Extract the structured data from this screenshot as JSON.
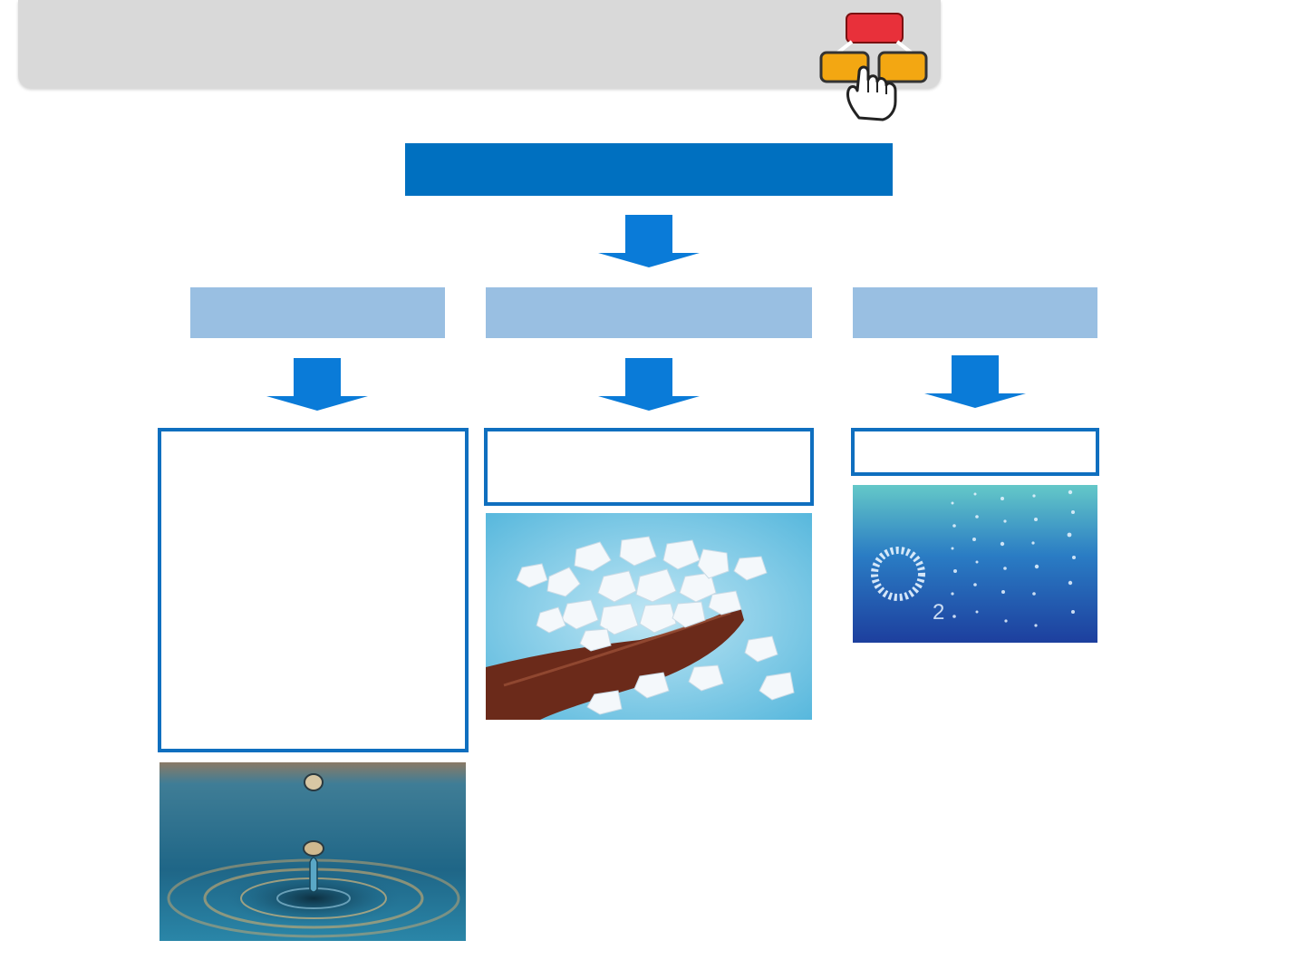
{
  "header": {
    "title": "",
    "logo_icon": "flowchart-hand-icon"
  },
  "diagram": {
    "top_box": "",
    "categories": [
      {
        "label": "",
        "description": "",
        "image_icon": "water-drop-photo"
      },
      {
        "label": "",
        "description": "",
        "image_icon": "salt-crystals-photo"
      },
      {
        "label": "",
        "description": "",
        "image_icon": "oxygen-bubbles-photo"
      }
    ]
  },
  "colors": {
    "header_bg": "#d9d9d9",
    "primary_blue": "#0070c0",
    "arrow_blue": "#0a7bd8",
    "category_bg": "#99bfe2",
    "box_border": "#0f6fbf"
  }
}
